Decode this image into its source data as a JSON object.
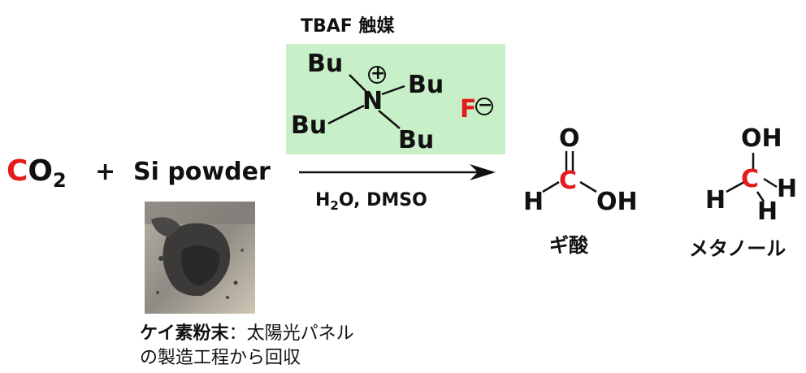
{
  "catalyst": {
    "title": "TBAF 触媒",
    "substituent": "Bu",
    "center_atom": "N",
    "cation_charge": "+",
    "anion": "F",
    "anion_charge": "−"
  },
  "reactants": {
    "co2_c": "C",
    "co2_o": "O",
    "co2_sub": "2",
    "plus": "+",
    "si_powder": "Si powder"
  },
  "conditions": {
    "h": "H",
    "sub2": "2",
    "rest": "O, DMSO"
  },
  "photo_caption": {
    "bold": "ケイ素粉末",
    "rest_line1": "：太陽光パネル",
    "line2": "の製造工程から回収"
  },
  "formic_acid": {
    "o": "O",
    "c": "C",
    "h": "H",
    "oh": "OH",
    "name": "ギ酸"
  },
  "methanol": {
    "oh": "OH",
    "c": "C",
    "h": "H",
    "name": "メタノール"
  },
  "colors": {
    "highlight_red": "#e31b1b",
    "catalyst_box": "#c8f0c8",
    "text": "#111111"
  }
}
